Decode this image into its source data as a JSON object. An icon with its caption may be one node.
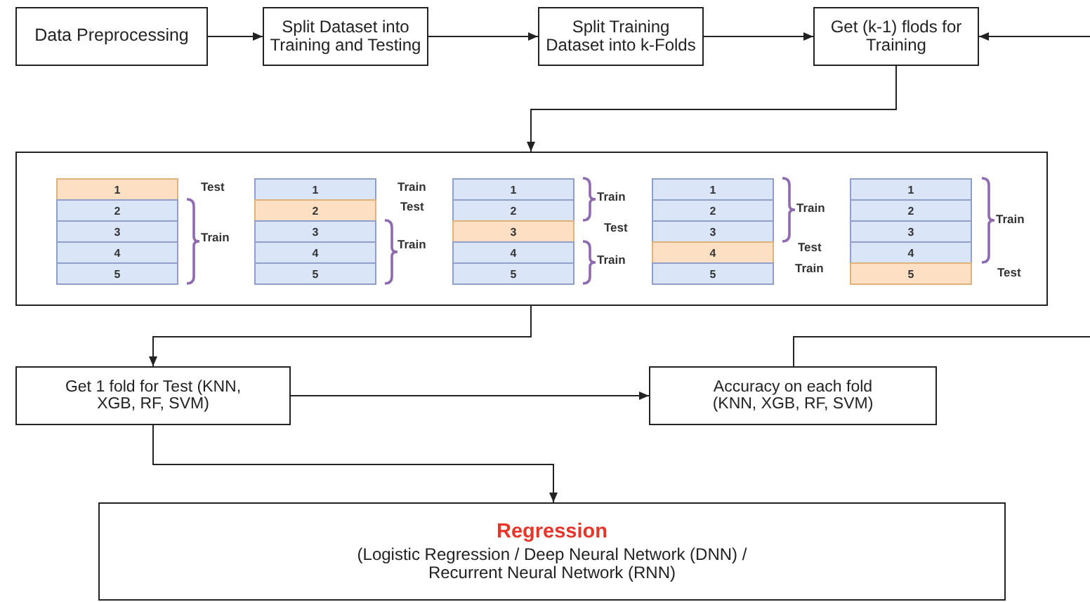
{
  "diagram": {
    "nodes": [
      {
        "text": [
          "Data Preprocessing"
        ]
      },
      {
        "text": [
          "Split Dataset into Training and Testing"
        ]
      },
      {
        "text": [
          "Split Training Dataset into k-Folds"
        ]
      },
      {
        "text": [
          "Get (k-1) flods for Training"
        ]
      },
      {
        "text": [],
        "shape": "box"
      },
      {
        "text": [
          "1"
        ],
        "in": 4
      },
      {
        "text": [
          "2"
        ],
        "in": 4
      },
      {
        "text": [
          "3"
        ],
        "in": 4
      },
      {
        "text": [
          "4"
        ],
        "in": 4
      },
      {
        "text": [
          "5"
        ],
        "in": 4
      },
      {
        "text": [
          "1"
        ],
        "in": 4
      },
      {
        "text": [
          "2"
        ],
        "in": 4
      },
      {
        "text": [
          "3"
        ],
        "in": 4
      },
      {
        "text": [
          "4"
        ],
        "in": 4
      },
      {
        "text": [
          "5"
        ],
        "in": 4
      },
      {
        "text": [
          "1"
        ],
        "in": 4
      },
      {
        "text": [
          "2"
        ],
        "in": 4
      },
      {
        "text": [
          "3"
        ],
        "in": 4
      },
      {
        "text": [
          "4"
        ],
        "in": 4
      },
      {
        "text": [
          "5"
        ],
        "in": 4
      },
      {
        "text": [
          "1"
        ],
        "in": 4
      },
      {
        "text": [
          "2"
        ],
        "in": 4
      },
      {
        "text": [
          "3"
        ],
        "in": 4
      },
      {
        "text": [
          "4"
        ],
        "in": 4
      },
      {
        "text": [
          "5"
        ],
        "in": 4
      },
      {
        "text": [
          "1"
        ],
        "in": 4
      },
      {
        "text": [
          "2"
        ],
        "in": 4
      },
      {
        "text": [
          "3"
        ],
        "in": 4
      },
      {
        "text": [
          "4"
        ],
        "in": 4
      },
      {
        "text": [
          "5"
        ],
        "in": 4
      },
      {
        "text": [
          "Get 1 fold for Test (KNN, XGB, RF, SVM)"
        ]
      },
      {
        "text": [
          "Accuracy on each fold (KNN, XGB, RF, SVM)"
        ]
      },
      {
        "text": [
          "Regression",
          "(Logistic Regression / Deep Neural Network (DNN) / Recurrent Neural Network (RNN)"
        ]
      }
    ],
    "edges": [
      {
        "from": 0,
        "to": 1,
        "arrow": "to"
      },
      {
        "from": 1,
        "to": 2,
        "arrow": "to"
      },
      {
        "from": 2,
        "to": 3,
        "arrow": "to"
      },
      {
        "from": null,
        "to": 3,
        "arrow": "to"
      },
      {
        "from": 3,
        "to": 4,
        "arrow": "to"
      },
      {
        "from": 4,
        "to": 30,
        "arrow": "to"
      },
      {
        "from": 30,
        "to": 31,
        "arrow": "to"
      },
      {
        "from": 31,
        "to": null,
        "arrow": "none"
      },
      {
        "from": 30,
        "to": 32,
        "arrow": "to"
      }
    ],
    "labels": [
      "Test",
      "Train",
      "Train",
      "Test",
      "Train",
      "Train",
      "Test",
      "Train",
      "Train",
      "Test",
      "Train",
      "Train",
      "Test"
    ]
  }
}
